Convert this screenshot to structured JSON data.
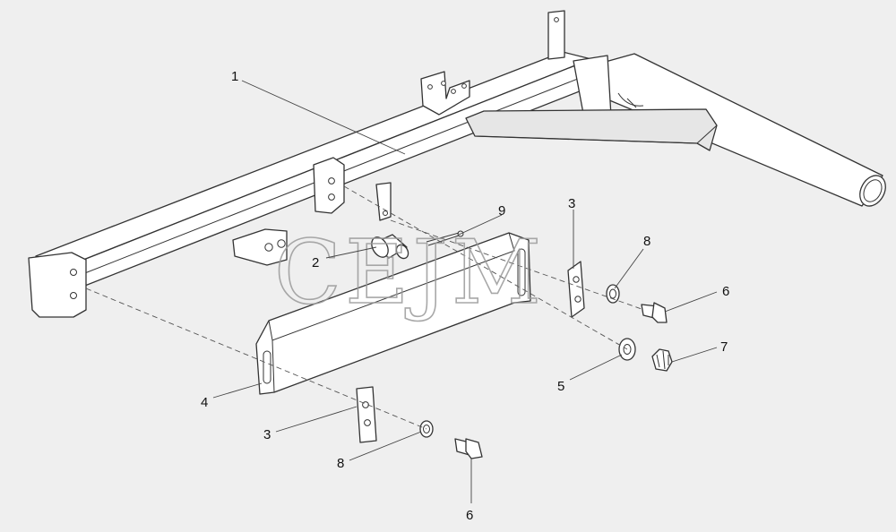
{
  "watermark": "CEJM",
  "callouts": {
    "c1": "1",
    "c2": "2",
    "c3a": "3",
    "c3b": "3",
    "c4": "4",
    "c5": "5",
    "c6a": "6",
    "c6b": "6",
    "c7": "7",
    "c8a": "8",
    "c8b": "8",
    "c9": "9"
  }
}
